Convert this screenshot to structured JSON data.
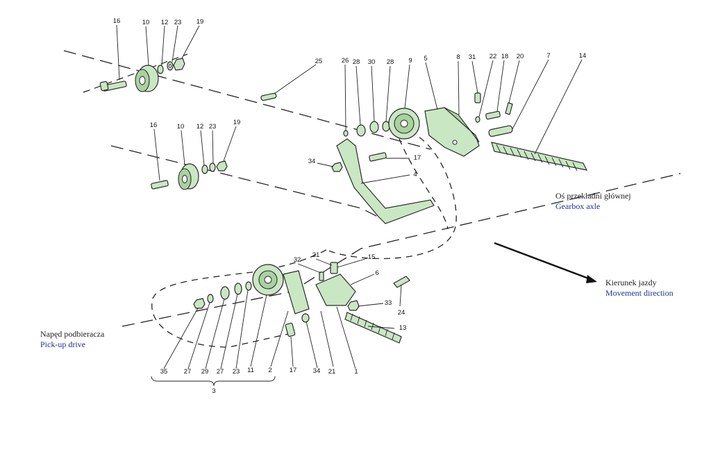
{
  "captions": {
    "gearbox_pl": "Oś przekładni głównej",
    "gearbox_en": "Gearbox axle",
    "direction_pl": "Kierunek jazdy",
    "direction_en": "Movement direction",
    "pickup_pl": "Napęd podbieracza",
    "pickup_en": "Pick-up drive"
  },
  "labels": {
    "top1": [
      "16",
      "10",
      "12",
      "23",
      "19"
    ],
    "top2": [
      "16",
      "10",
      "12",
      "23",
      "19"
    ],
    "upper": [
      "25",
      "26",
      "28",
      "30",
      "28",
      "9",
      "5",
      "8",
      "31",
      "22",
      "18",
      "20",
      "7",
      "14",
      "34",
      "17",
      "4"
    ],
    "lower": [
      "32",
      "21",
      "15",
      "6",
      "33",
      "24",
      "13",
      "1",
      "21",
      "34",
      "17",
      "2",
      "11",
      "23",
      "27",
      "29",
      "27",
      "35"
    ],
    "bracket": "3"
  }
}
